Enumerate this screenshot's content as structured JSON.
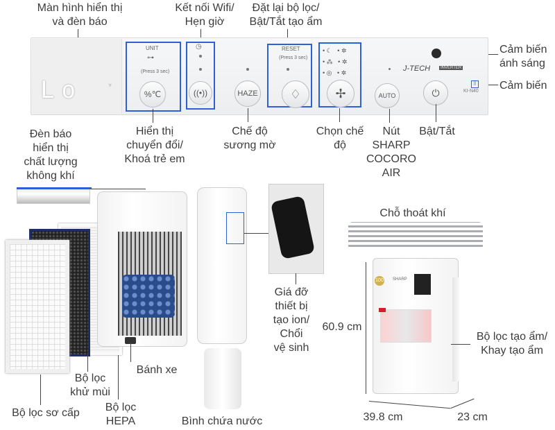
{
  "labels": {
    "display": [
      "Màn hình hiển thị",
      "và đèn báo"
    ],
    "wifi": [
      "Kết nối Wifi/",
      "Hẹn giờ"
    ],
    "reset": [
      "Đặt lại bộ lọc/",
      "Bật/Tắt tạo ẩm"
    ],
    "light_sensor": [
      "Cảm biến",
      "ánh sáng"
    ],
    "sensor": "Cảm biến",
    "quality_light": [
      "Đèn báo",
      "hiển thị",
      "chất lượng",
      "không khí"
    ],
    "switch_lock": [
      "Hiển thị",
      "chuyển đổi/",
      "Khoá trẻ em"
    ],
    "haze_mode": [
      "Chế độ",
      "sương mờ"
    ],
    "mode_select": [
      "Chọn chế",
      "độ"
    ],
    "cocoro_button": [
      "Nút",
      "SHARP",
      "COCORO",
      "AIR"
    ],
    "power": "Bật/Tắt",
    "air_outlet": "Chỗ thoát khí",
    "ion_holder": [
      "Giá đỡ",
      "thiết bị",
      "tạo ion/",
      "Chổi",
      "vệ sinh"
    ],
    "humidifier_filter": [
      "Bộ lọc tạo ẩm/",
      "Khay tạo ẩm"
    ],
    "wheels": "Bánh xe",
    "deodor_filter": [
      "Bộ lọc",
      "khử mùi"
    ],
    "pre_filter": "Bộ lọc sơ cấp",
    "hepa_filter": [
      "Bộ lọc",
      "HEPA"
    ],
    "water_tank": "Bình chứa nước",
    "height": "60.9 cm",
    "width": "39.8 cm",
    "depth": "23 cm"
  },
  "panel": {
    "display_text": "Lo",
    "unit": "UNIT",
    "press3": "(Press 3 sec)",
    "reset": "RESET",
    "press3b": "(Press 3 sec)",
    "temp_btn": "%℃",
    "haze_btn": "HAZE",
    "auto_btn": "AUTO",
    "brand": "J-TECH",
    "inverter": "INVERTER",
    "model": "KI-N40",
    "sharp": "SHARP"
  },
  "colors": {
    "highlight": "#2b60d6",
    "sharp_red": "#d11f2b"
  }
}
